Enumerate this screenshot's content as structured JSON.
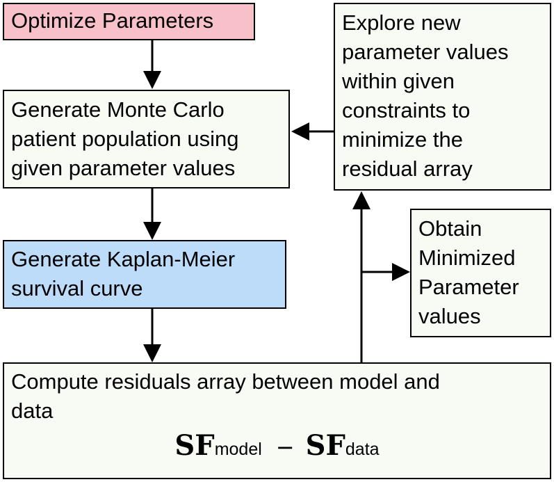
{
  "colors": {
    "optimize_fill": "#f8c0c8",
    "kaplan_fill": "#bcdcfa",
    "default_fill": "#f8fbf4",
    "border": "#000000"
  },
  "boxes": {
    "optimize": {
      "lines": [
        "Optimize Parameters"
      ]
    },
    "generate_mc": {
      "lines": [
        "Generate Monte Carlo",
        "patient population using",
        "given parameter values"
      ]
    },
    "explore": {
      "lines": [
        "Explore new",
        "parameter values",
        "within given",
        "constraints to",
        "minimize the",
        "residual array"
      ]
    },
    "kaplan_meier": {
      "lines": [
        "Generate Kaplan-Meier",
        "survival curve"
      ]
    },
    "obtain": {
      "lines": [
        "Obtain",
        "Minimized",
        "Parameter",
        "values"
      ]
    },
    "compute": {
      "lines": [
        "Compute residuals array between model and",
        "data"
      ],
      "formula": {
        "term1": "SF",
        "sub1": "model",
        "operator": "−",
        "term2": "SF",
        "sub2": "data"
      }
    }
  }
}
